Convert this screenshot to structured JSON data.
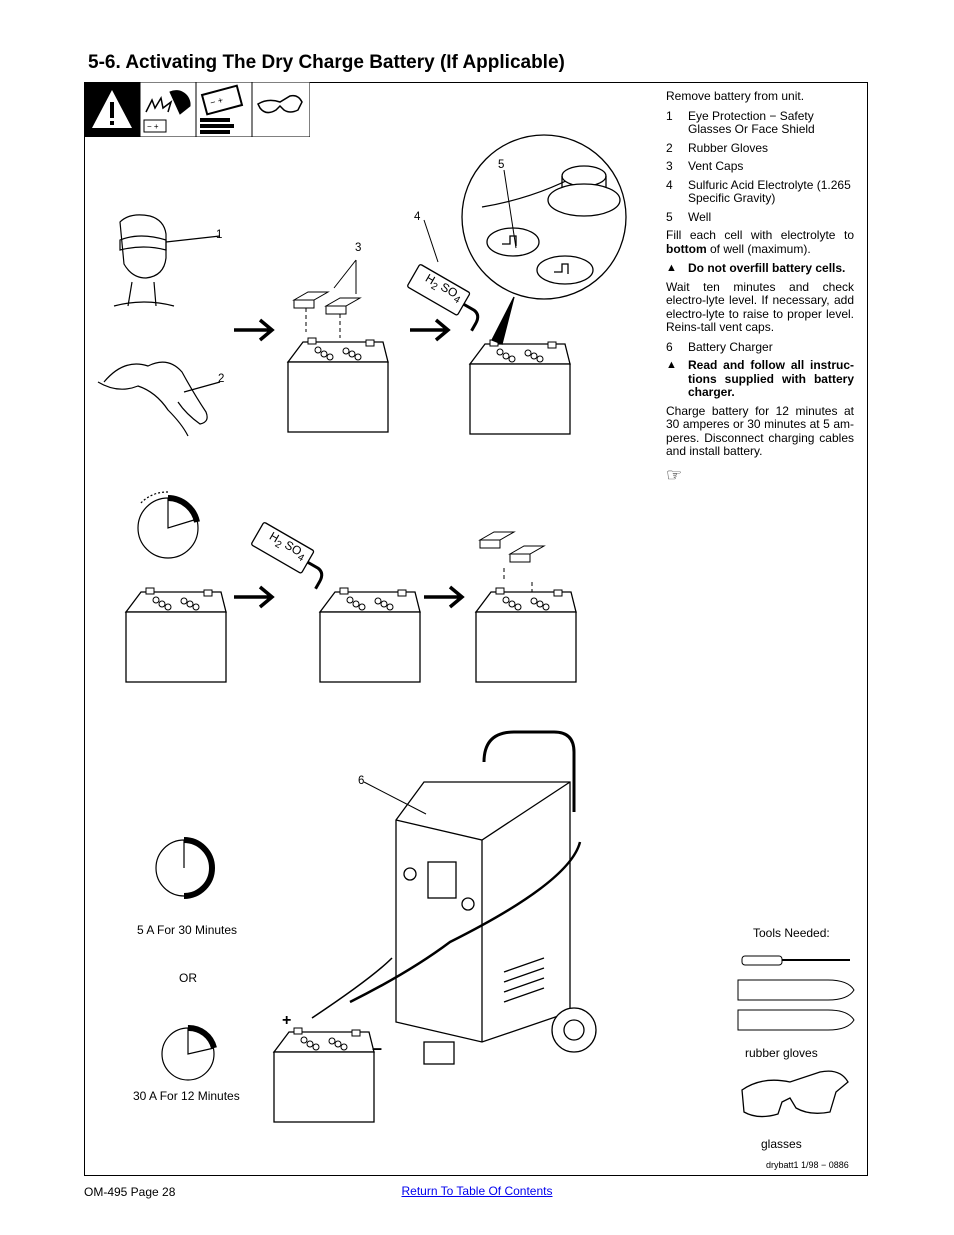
{
  "section_title": "5-6.   Activating The Dry Charge Battery (If Applicable)",
  "callouts": {
    "c1": "1",
    "c2": "2",
    "c3": "3",
    "c4": "4",
    "c5": "5",
    "c6": "6",
    "plus": "+",
    "minus": "–",
    "acid_label_1": "H",
    "acid_label_2": "2",
    "acid_label_3": " SO",
    "acid_label_4": "4"
  },
  "captions": {
    "thirty_min": "5 A For 30 Minutes",
    "or": "OR",
    "twelve_min": "30 A For 12 Minutes"
  },
  "instructions": {
    "intro": "Remove battery from unit.",
    "items": [
      {
        "num": "1",
        "text": "Eye Protection − Safety Glasses Or Face Shield"
      },
      {
        "num": "2",
        "text": "Rubber Gloves"
      },
      {
        "num": "3",
        "text": "Vent Caps"
      },
      {
        "num": "4",
        "text": "Sulfuric Acid Electrolyte (1.265 Specific Gravity)"
      },
      {
        "num": "5",
        "text": "Well"
      }
    ],
    "fill_pre": "Fill each cell with electrolyte to ",
    "fill_bold": "bottom",
    "fill_post": " of well (maximum).",
    "warning1": "Do not overfill battery cells.",
    "wait": "Wait ten minutes and check electro-lyte level. If necessary, add electro-lyte to raise to proper level. Reins-tall vent caps.",
    "item6_num": "6",
    "item6_text": "Battery Charger",
    "warning2": "Read and follow all instruc-tions supplied with battery charger.",
    "charge": "Charge battery for 12 minutes at 30 amperes or 30 minutes at 5 am-peres. Disconnect charging cables and install battery.",
    "hand_icon": "☞"
  },
  "tools": {
    "heading": "Tools Needed:",
    "gloves": "rubber gloves",
    "glasses": "glasses"
  },
  "drawing_code": "drybatt1 1/98 − 0886",
  "footer": {
    "page": "OM-495 Page 28",
    "link": "Return To Table Of Contents"
  }
}
